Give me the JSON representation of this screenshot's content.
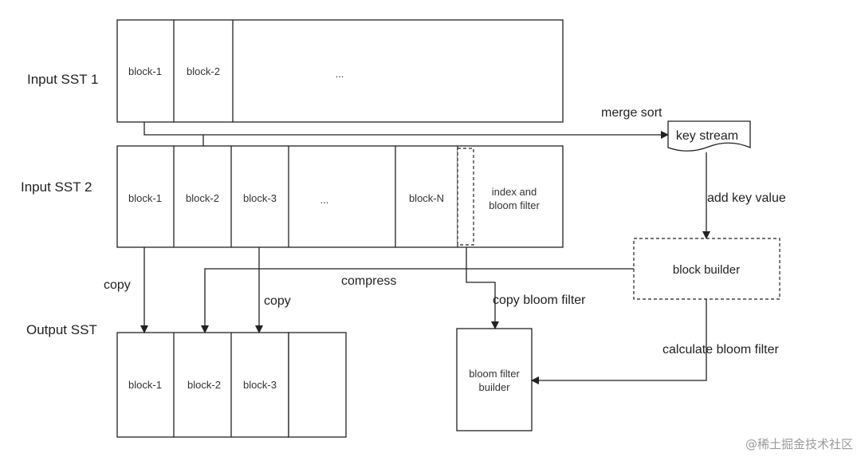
{
  "rows": {
    "input1": "Input SST 1",
    "input2": "Input SST 2",
    "output": "Output SST"
  },
  "input1_blocks": {
    "b1": "block-1",
    "b2": "block-2",
    "rest": "..."
  },
  "input2_blocks": {
    "b1": "block-1",
    "b2": "block-2",
    "b3": "block-3",
    "ellipsis": "...",
    "bN": "block-N",
    "index_line1": "index and",
    "index_line2": "bloom filter"
  },
  "output_blocks": {
    "b1": "block-1",
    "b2": "block-2",
    "b3": "block-3"
  },
  "nodes": {
    "key_stream": "key stream",
    "block_builder": "block builder",
    "bloom_builder_line1": "bloom filter",
    "bloom_builder_line2": "builder"
  },
  "edges": {
    "merge_sort": "merge sort",
    "add_key_value": "add key value",
    "copy_left": "copy",
    "copy_right": "copy",
    "compress": "compress",
    "copy_bloom_filter": "copy bloom filter",
    "calculate_bloom_filter": "calculate bloom filter"
  },
  "watermark": "@稀土掘金技术社区"
}
